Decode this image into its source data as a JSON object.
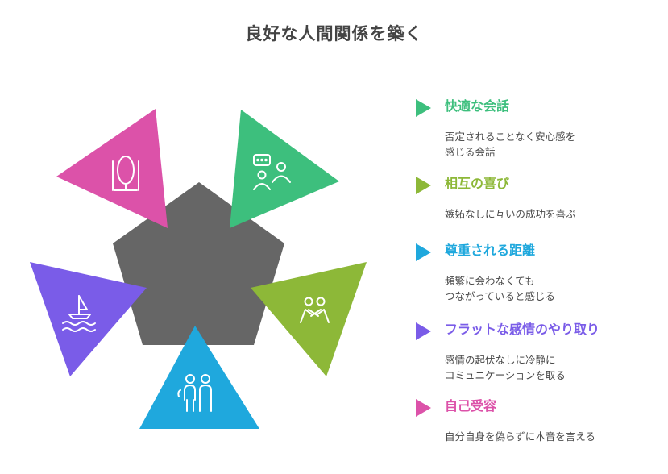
{
  "title": "良好な人間関係を築く",
  "items": [
    {
      "heading": "快適な会話",
      "desc": "否定されることなく安心感を\n感じる会話",
      "color": "#3dbf7d",
      "icon": "chat-people-icon"
    },
    {
      "heading": "相互の喜び",
      "desc": "嫉妬なしに互いの成功を喜ぶ",
      "color": "#8db838",
      "icon": "hugging-people-icon"
    },
    {
      "heading": "尊重される距離",
      "desc": "頻繁に会わなくても\nつながっていると感じる",
      "color": "#1fa8dd",
      "icon": "family-icon"
    },
    {
      "heading": "フラットな感情のやり取り",
      "desc": "感情の起伏なしに冷静に\nコミュニケーションを取る",
      "color": "#7a5ce8",
      "icon": "sailboat-icon"
    },
    {
      "heading": "自己受容",
      "desc": "自分自身を偽らずに本音を言える",
      "color": "#dc52a9",
      "icon": "mirror-icon"
    }
  ],
  "center_color": "#666666"
}
